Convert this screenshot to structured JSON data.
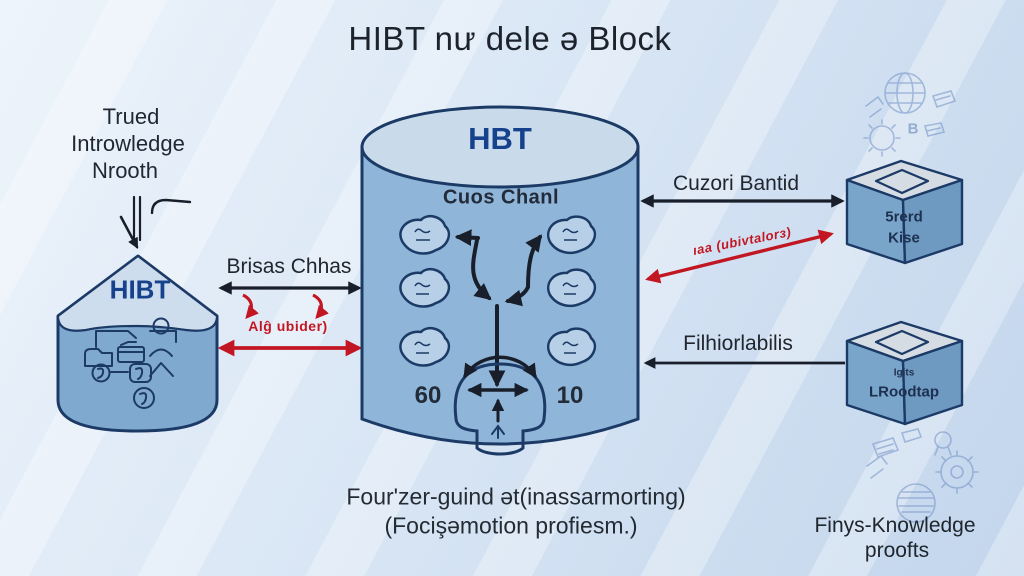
{
  "title": "HIBT nư dele ə Block",
  "left_caption": {
    "line1": "Trued",
    "line2": "Introwledge",
    "line3": "Nrooth"
  },
  "vault": {
    "label": "HIBT"
  },
  "bridge": {
    "label": "Brisas Chhas",
    "red_label": "Alĝ ubider)"
  },
  "cylinder": {
    "title": "HBT",
    "subtitle": "Cuos Chanl",
    "value_left": "60",
    "value_right": "10"
  },
  "right_links": {
    "top_label": "Cuzori Bantid",
    "red_label": "ıaa (ubivtalorɜ)",
    "bottom_label": "Filhiorlabilis"
  },
  "cubes": {
    "top": {
      "line1": "5rerd",
      "line2": "Kise"
    },
    "bottom": {
      "line1": "Igits",
      "line2": "LRoodtap"
    }
  },
  "footer": {
    "line1": "Four'zer-guind ət(inassarmorting)",
    "line2": "(Focişəmotion profiesm.)"
  },
  "corner_caption": {
    "line1": "Finys-Knowledge",
    "line2": "proofts"
  },
  "doodles": {
    "letter_b": "B"
  },
  "colors": {
    "navy_outline": "#1c3a66",
    "arrow_black": "#181f2a",
    "accent_red": "#c21722",
    "cylinder_body": "#8fb5d8",
    "cylinder_top": "#c9dbea",
    "vault_body": "#7fa9cf",
    "vault_top": "#cddded",
    "cube_front": "#7aa5ca",
    "cube_side": "#6e9ac2",
    "cube_top": "#d6dce4",
    "blob_fill": "#b7d0e8",
    "label_blue": "#16418c",
    "background": "#d9e6f5"
  }
}
